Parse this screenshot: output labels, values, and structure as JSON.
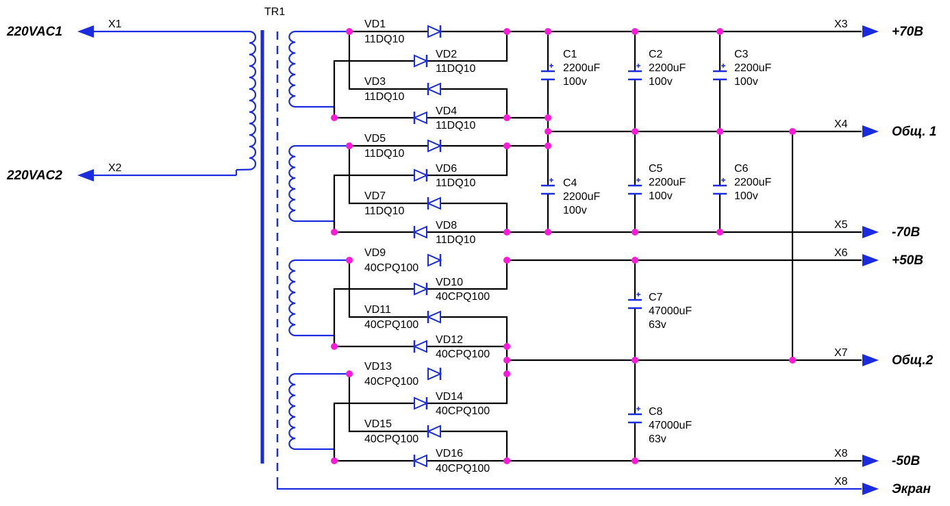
{
  "transformer": {
    "ref": "TR1"
  },
  "inputs": [
    {
      "label": "220VAC1",
      "pin": "X1"
    },
    {
      "label": "220VAC2",
      "pin": "X2"
    }
  ],
  "outputs": [
    {
      "pin": "X3",
      "label": "+70В"
    },
    {
      "pin": "X4",
      "label": "Общ. 1"
    },
    {
      "pin": "X5",
      "label": "-70В"
    },
    {
      "pin": "X6",
      "label": "+50В"
    },
    {
      "pin": "X7",
      "label": "Общ.2"
    },
    {
      "pin": "X8",
      "label": "-50В"
    },
    {
      "pin": "X8",
      "label": "Экран"
    }
  ],
  "diodes": [
    {
      "ref": "VD1",
      "part": "11DQ10"
    },
    {
      "ref": "VD2",
      "part": "11DQ10"
    },
    {
      "ref": "VD3",
      "part": "11DQ10"
    },
    {
      "ref": "VD4",
      "part": "11DQ10"
    },
    {
      "ref": "VD5",
      "part": "11DQ10"
    },
    {
      "ref": "VD6",
      "part": "11DQ10"
    },
    {
      "ref": "VD7",
      "part": "11DQ10"
    },
    {
      "ref": "VD8",
      "part": "11DQ10"
    },
    {
      "ref": "VD9",
      "part": "40CPQ100"
    },
    {
      "ref": "VD10",
      "part": "40CPQ100"
    },
    {
      "ref": "VD11",
      "part": "40CPQ100"
    },
    {
      "ref": "VD12",
      "part": "40CPQ100"
    },
    {
      "ref": "VD13",
      "part": "40CPQ100"
    },
    {
      "ref": "VD14",
      "part": "40CPQ100"
    },
    {
      "ref": "VD15",
      "part": "40CPQ100"
    },
    {
      "ref": "VD16",
      "part": "40CPQ100"
    }
  ],
  "capacitors": [
    {
      "ref": "C1",
      "value": "2200uF",
      "voltage": "100v"
    },
    {
      "ref": "C2",
      "value": "2200uF",
      "voltage": "100v"
    },
    {
      "ref": "C3",
      "value": "2200uF",
      "voltage": "100v"
    },
    {
      "ref": "C4",
      "value": "2200uF",
      "voltage": "100v"
    },
    {
      "ref": "C5",
      "value": "2200uF",
      "voltage": "100v"
    },
    {
      "ref": "C6",
      "value": "2200uF",
      "voltage": "100v"
    },
    {
      "ref": "C7",
      "value": "47000uF",
      "voltage": "63v"
    },
    {
      "ref": "C8",
      "value": "47000uF",
      "voltage": "63v"
    }
  ],
  "colors": {
    "wire": "#000000",
    "component": "#1a2be0",
    "junction": "#ff1ad9"
  }
}
